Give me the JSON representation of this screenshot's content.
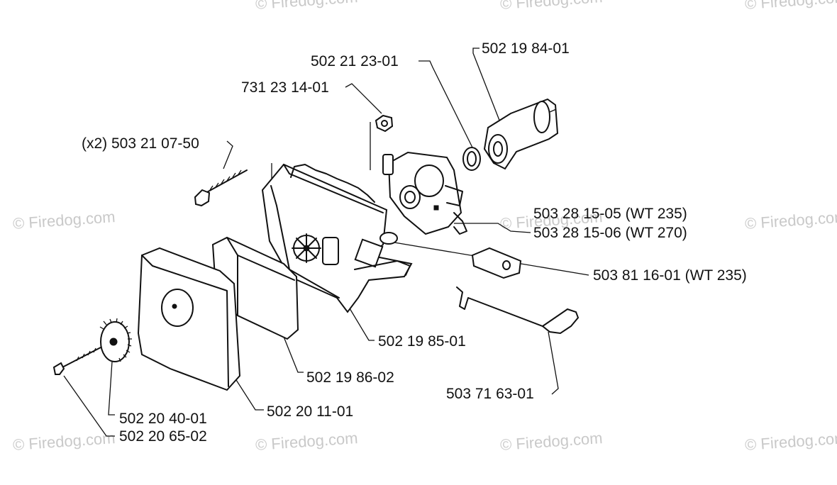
{
  "watermark": "© Firedog.com",
  "labels": {
    "l1": "502 19 84-01",
    "l2": "502 21 23-01",
    "l3": "731 23 14-01",
    "l4": "(x2) 503 21 07-50",
    "l5": "503 28 15-05 (WT 235)",
    "l6": "503 28 15-06 (WT 270)",
    "l7": "503 81 16-01 (WT 235)",
    "l8": "502 19 85-01",
    "l9": "502 19 86-02",
    "l10": "503 71 63-01",
    "l11": "502 20 40-01",
    "l12": "502 20 11-01",
    "l13": "502 20 65-02"
  }
}
